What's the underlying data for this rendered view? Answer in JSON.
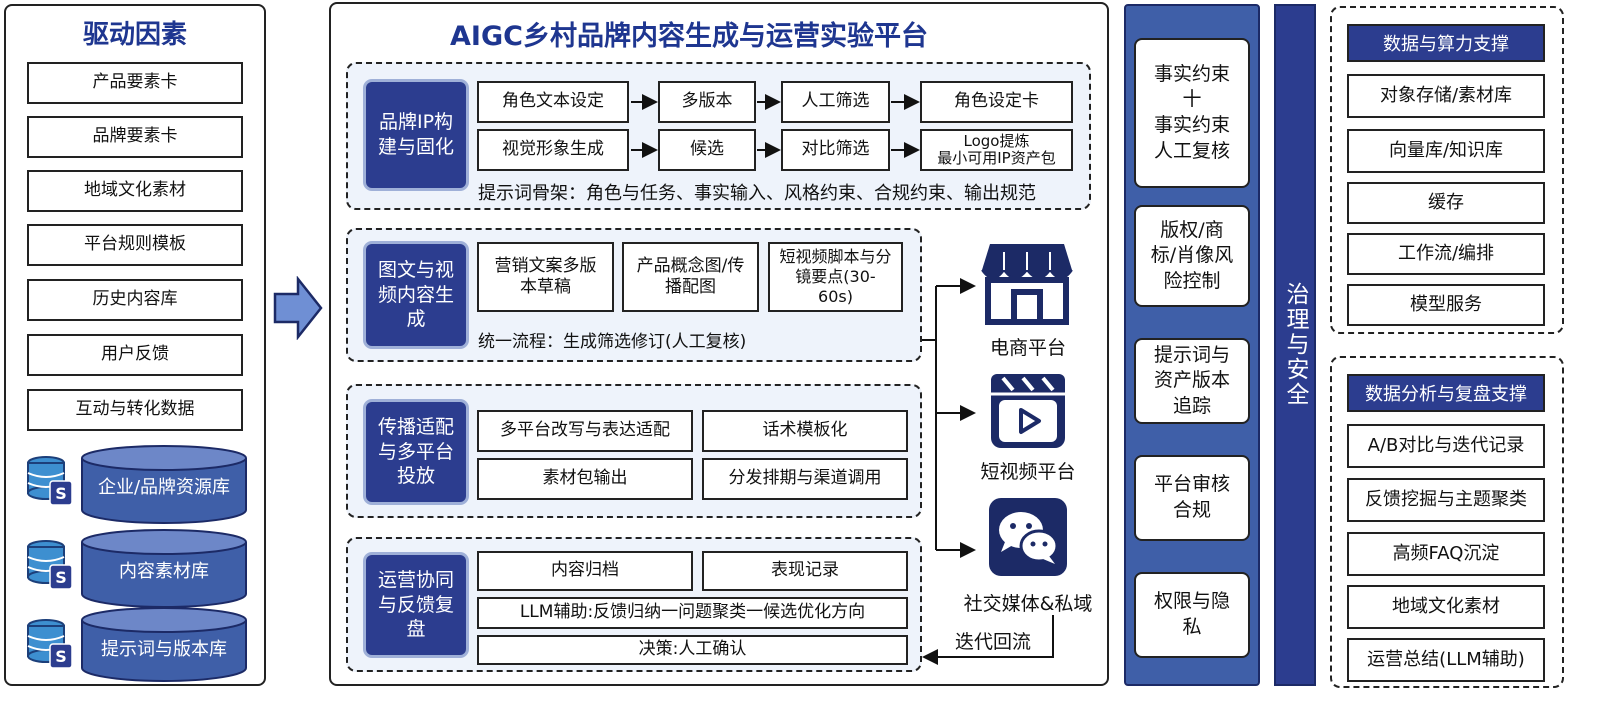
{
  "drivers": {
    "title": "驱动因素",
    "items": [
      "产品要素卡",
      "品牌要素卡",
      "地域文化素材",
      "平台规则模板",
      "历史内容库",
      "用户反馈",
      "互动与转化数据"
    ],
    "dbs": [
      "企业/品牌资源库",
      "内容素材库",
      "提示词与版本库"
    ]
  },
  "platform": {
    "title": "AIGC乡村品牌内容生成与运营实验平台",
    "s1": {
      "tag": "品牌IP构建与固化",
      "row1": [
        "角色文本设定",
        "多版本",
        "人工筛选",
        "角色设定卡"
      ],
      "row2": [
        "视觉形象生成",
        "候选",
        "对比筛选",
        "Logo提炼\n最小可用IP资产包"
      ],
      "note": "提示词骨架：角色与任务、事实输入、风格约束、合规约束、输出规范"
    },
    "s2": {
      "tag": "图文与视频内容生成",
      "boxes": [
        "营销文案多版本草稿",
        "产品概念图/传播配图",
        "短视频脚本与分镜要点(30-60s)"
      ],
      "note": "统一流程：生成筛选修订(人工复核)"
    },
    "s3": {
      "tag": "传播适配与多平台投放",
      "boxes": [
        "多平台改写与表达适配",
        "话术模板化",
        "素材包输出",
        "分发排期与渠道调用"
      ]
    },
    "s4": {
      "tag": "运营协同与反馈复盘",
      "boxes": [
        "内容归档",
        "表现记录"
      ],
      "llm": "LLM辅助:反馈归纳一问题聚类一候选优化方向",
      "decision": "决策:人工确认"
    },
    "channels": [
      "电商平台",
      "短视频平台",
      "社交媒体&私域"
    ],
    "loop": "迭代回流"
  },
  "constraints": [
    "事实约束\n十\n事实约束\n人工复核",
    "版权/商\n标/肖像风\n险控制",
    "提示词与\n资产版本\n追踪",
    "平台审核\n合规",
    "权限与隐\n私"
  ],
  "governance": "治理与安全",
  "support1": {
    "title": "数据与算力支撑",
    "items": [
      "对象存储/素材库",
      "向量库/知识库",
      "缓存",
      "工作流/编排",
      "模型服务"
    ]
  },
  "support2": {
    "title": "数据分析与复盘支撑",
    "items": [
      "A/B对比与迭代记录",
      "反馈挖掘与主题聚类",
      "高频FAQ沉淀",
      "地域文化素材",
      "运营总结(LLM辅助)"
    ]
  },
  "colors": {
    "navy": "#2c3d8f",
    "title_blue": "#1e3690",
    "lane_blue": "#3f5fa8",
    "light": "#eef3fb"
  }
}
